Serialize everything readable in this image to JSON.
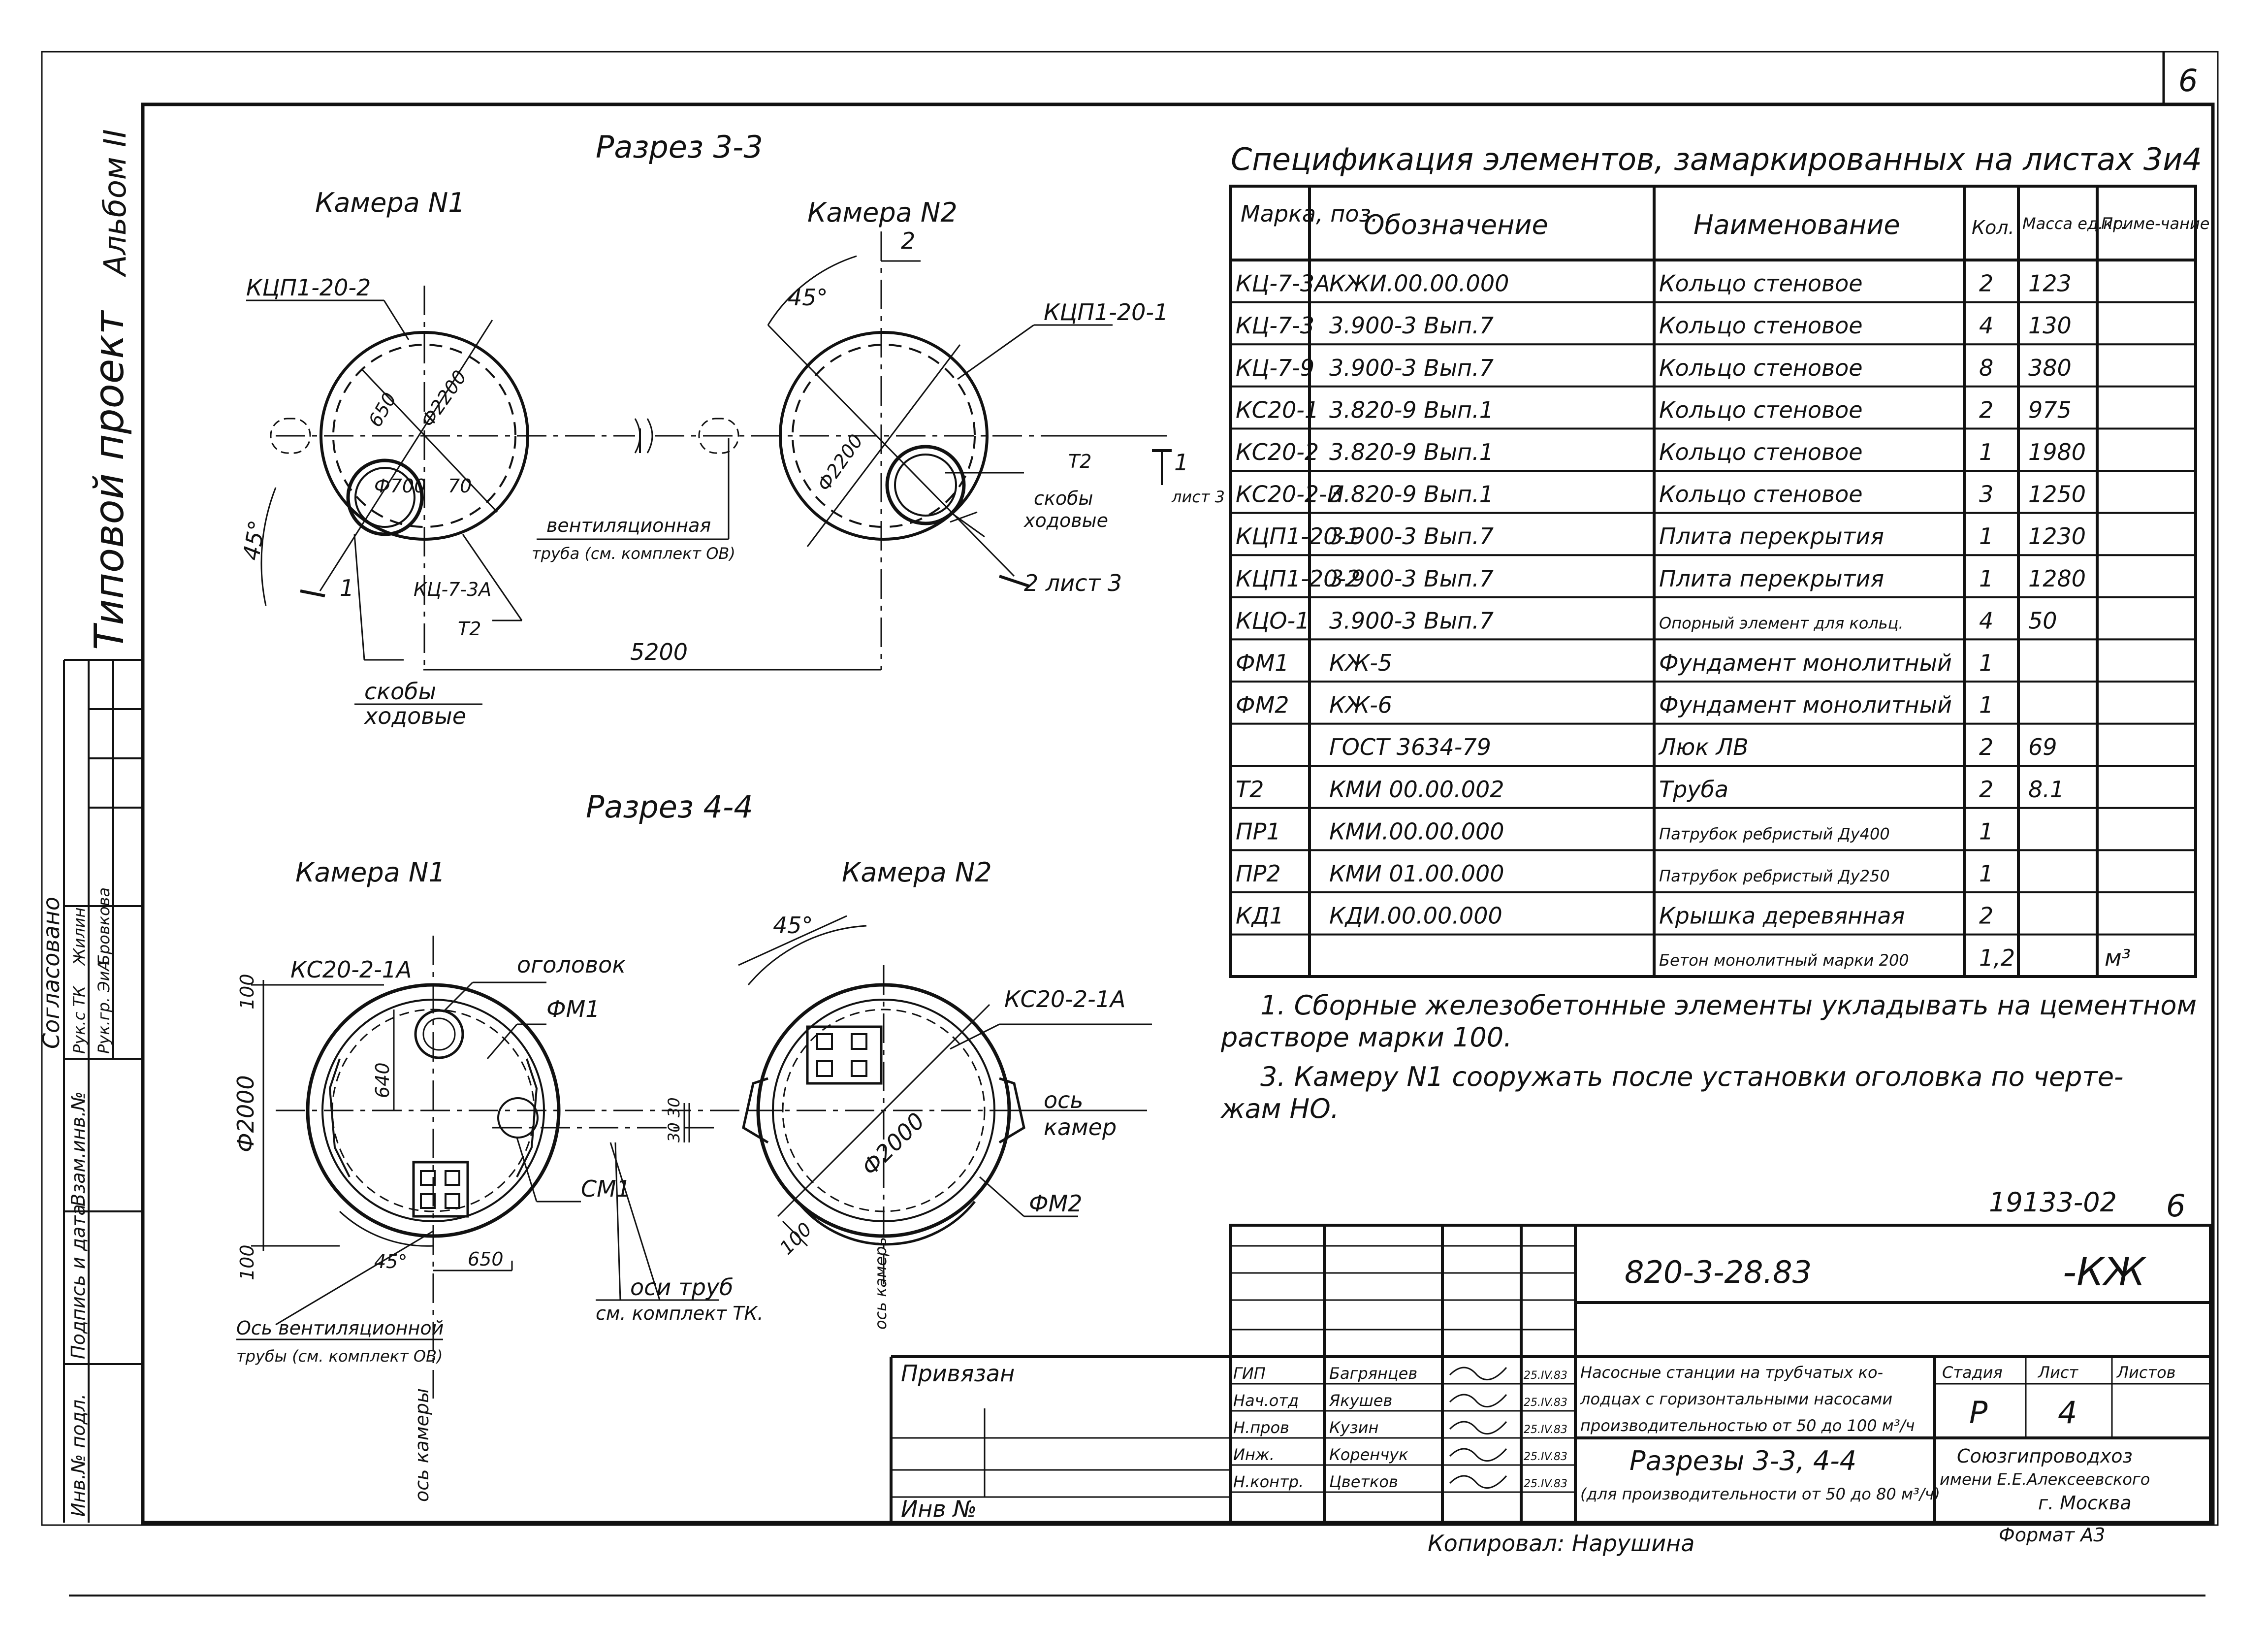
{
  "sheet_number": "6",
  "side_stamp": {
    "album": "Альбом II",
    "project": "Типовой проект",
    "agreed": "Согласовано",
    "agree_rows": [
      {
        "role": "Рук.с ТК",
        "name": "Жилин"
      },
      {
        "role": "Рук.гр. ЭиА",
        "name": "Бровкова"
      }
    ],
    "inv_replace": "Взам.инв.№",
    "sign_date": "Подпись и дата",
    "inv_orig": "Инв.№ подл."
  },
  "section_33": {
    "title": "Разрез 3-3",
    "chamber1": "Камера N1",
    "chamber2": "Камера N2",
    "labels": {
      "kcp1_20_2": "КЦП1-20-2",
      "kcp1_20_1": "КЦП1-20-1",
      "d2200_a": "Ф2200",
      "d2200_b": "Ф2200",
      "d700": "Ф700",
      "dim650": "650",
      "dim70": "70",
      "dim5200": "5200",
      "ang45_a": "45°",
      "ang45_b": "45°",
      "num2": "2",
      "num1": "1",
      "vent": "вентиляционная",
      "vent2": "труба (см. комплект ОВ)",
      "kc7_3a": "КЦ-7-3А",
      "t2_a": "Т2",
      "t2_b": "Т2",
      "skoby_a": "скобы",
      "skoby_a2": "ходовые",
      "skoby_b": "скобы",
      "skoby_b2": "ходовые",
      "list3_a": "лист 3",
      "list3_b": "2 лист 3",
      "sec1": "1"
    }
  },
  "section_44": {
    "title": "Разрез 4-4",
    "chamber1": "Камера N1",
    "chamber2": "Камера N2",
    "labels": {
      "ks20_2_1a_a": "КС20-2-1А",
      "ks20_2_1a_b": "КС20-2-1А",
      "ogolovok": "оголовок",
      "fm1": "ФМ1",
      "fm2": "ФМ2",
      "d2000_a": "Ф2000",
      "d2000_b": "Ф2000",
      "dim100_a": "100",
      "dim100_b": "100",
      "dim100_c": "100",
      "dim640": "640",
      "dim650": "650",
      "dim30": "30 30",
      "ang45_a": "45°",
      "ang45_b": "45°",
      "cm1": "СМ1",
      "os_kamer": "ось",
      "os_kamer2": "камер",
      "osi_trub": "оси труб",
      "osi_trub2": "см. комплект ТК.",
      "os_vent": "Ось вентиляционной",
      "os_vent2": "трубы (см. комплект ОВ)",
      "os_kamery_a": "ось камеры",
      "os_kamery_b": "ось камеры"
    }
  },
  "spec": {
    "title": "Спецификация элементов, замаркированных на листах 3и4",
    "headers": [
      "Марка, поз.",
      "Обозначение",
      "Наименование",
      "Кол.",
      "Масса ед.кг.",
      "Приме-чание"
    ],
    "rows": [
      [
        "КЦ-7-3А",
        "КЖИ.00.00.000",
        "Кольцо стеновое",
        "2",
        "123",
        ""
      ],
      [
        "КЦ-7-3",
        "3.900-3 Вып.7",
        "Кольцо стеновое",
        "4",
        "130",
        ""
      ],
      [
        "КЦ-7-9",
        "3.900-3 Вып.7",
        "Кольцо стеновое",
        "8",
        "380",
        ""
      ],
      [
        "КС20-1",
        "3.820-9 Вып.1",
        "Кольцо стеновое",
        "2",
        "975",
        ""
      ],
      [
        "КС20-2",
        "3.820-9 Вып.1",
        "Кольцо стеновое",
        "1",
        "1980",
        ""
      ],
      [
        "КС20-2-И",
        "3.820-9 Вып.1",
        "Кольцо стеновое",
        "3",
        "1250",
        ""
      ],
      [
        "КЦП1-20-1",
        "3.900-3 Вып.7",
        "Плита перекрытия",
        "1",
        "1230",
        ""
      ],
      [
        "КЦП1-20-2",
        "3.900-3 Вып.7",
        "Плита перекрытия",
        "1",
        "1280",
        ""
      ],
      [
        "КЦО-1",
        "3.900-3 Вып.7",
        "Опорный элемент для кольц.",
        "4",
        "50",
        ""
      ],
      [
        "ФМ1",
        "КЖ-5",
        "Фундамент монолитный",
        "1",
        "",
        ""
      ],
      [
        "ФМ2",
        "КЖ-6",
        "Фундамент монолитный",
        "1",
        "",
        ""
      ],
      [
        "",
        "ГОСТ 3634-79",
        "Люк ЛВ",
        "2",
        "69",
        ""
      ],
      [
        "Т2",
        "КМИ 00.00.002",
        "Труба",
        "2",
        "8.1",
        ""
      ],
      [
        "ПР1",
        "КМИ.00.00.000",
        "Патрубок ребристый Ду400",
        "1",
        "",
        ""
      ],
      [
        "ПР2",
        "КМИ 01.00.000",
        "Патрубок ребристый Ду250",
        "1",
        "",
        ""
      ],
      [
        "КД1",
        "КДИ.00.00.000",
        "Крышка деревянная",
        "2",
        "",
        ""
      ],
      [
        "",
        "",
        "Бетон монолитный марки 200",
        "1,2",
        "",
        "м³"
      ]
    ]
  },
  "notes": {
    "n1a": "1. Сборные железобетонные элементы укладывать на цементном",
    "n1b": "растворе марки 100.",
    "n3a": "3. Камеру N1 сооружать после установки оголовка по черте-",
    "n3b": "жам НО."
  },
  "title_block": {
    "drawing_no_top": "19133-02",
    "sheet_top": "6",
    "code": "820-3-28.83",
    "suffix": "-КЖ",
    "privyazan": "Привязан",
    "inv_no": "Инв №",
    "staff": [
      {
        "role": "ГИП",
        "name": "Багрянцев",
        "date": "25.IV.83"
      },
      {
        "role": "Нач.отд",
        "name": "Якушев",
        "date": "25.IV.83"
      },
      {
        "role": "Н.пров",
        "name": "Кузин",
        "date": "25.IV.83"
      },
      {
        "role": "Инж.",
        "name": "Коренчук",
        "date": "25.IV.83"
      },
      {
        "role": "Н.контр.",
        "name": "Цветков",
        "date": "25.IV.83"
      }
    ],
    "object_1": "Насосные станции на трубчатых ко-",
    "object_2": "лодцах с горизонтальными насосами",
    "object_3": "производительностью от 50 до 100 м³/ч",
    "sheet_title_1": "Разрезы 3-3, 4-4",
    "sheet_title_2": "(для производительности от 50 до 80 м³/ч)",
    "stage_h": "Стадия",
    "list_h": "Лист",
    "lists_h": "Листов",
    "stage": "Р",
    "list": "4",
    "org_1": "Союзгипроводхоз",
    "org_2": "имени Е.Е.Алексеевского",
    "org_3": "г. Москва",
    "copied": "Копировал: Нарушина",
    "format": "Формат А3"
  }
}
